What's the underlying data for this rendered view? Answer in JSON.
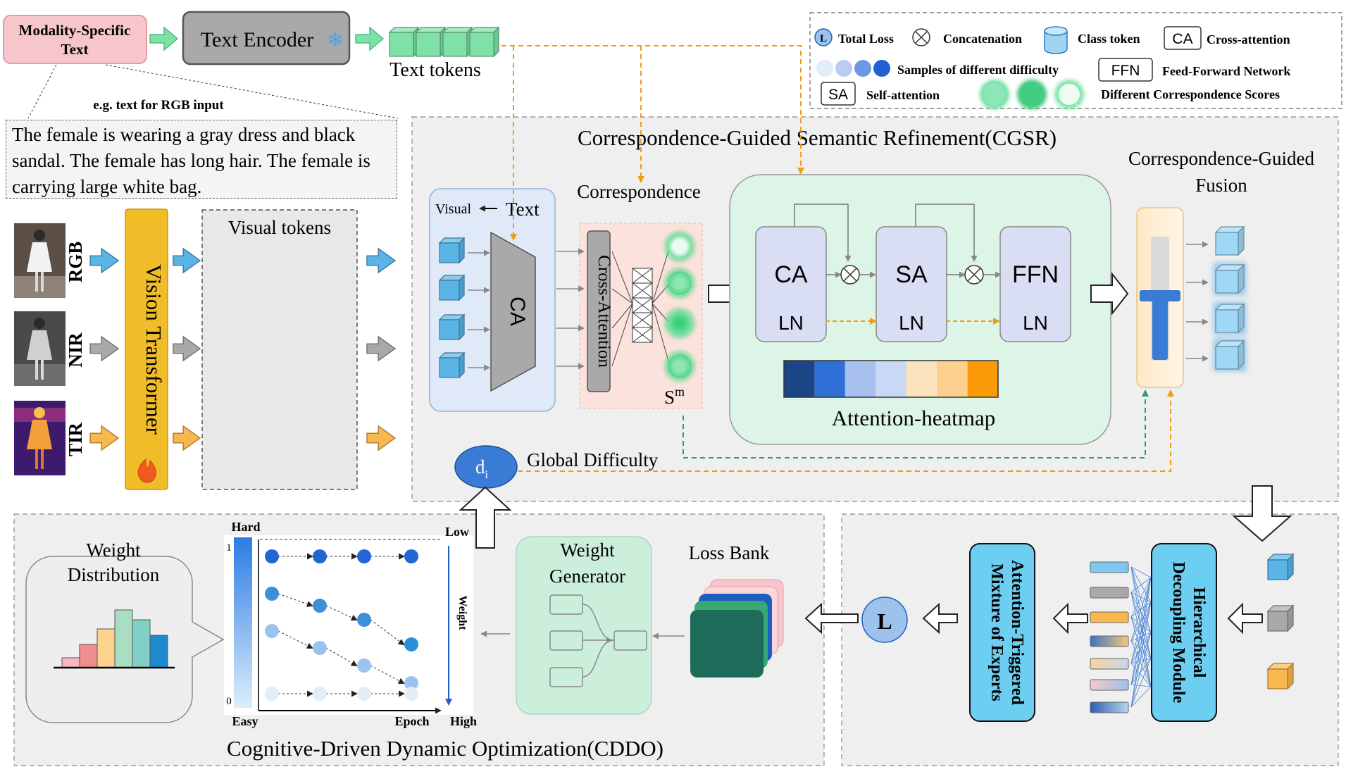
{
  "top": {
    "modality_text": "Modality-Specific\nText",
    "text_encoder": "Text Encoder",
    "text_tokens": "Text tokens",
    "example_caption": "e.g. text for RGB input",
    "example_text": "The female is wearing a gray dress and black sandal. The female has long hair. The female is carrying large white bag."
  },
  "legend": {
    "total_loss_symbol": "L",
    "total_loss": "Total Loss",
    "concatenation": "Concatenation",
    "class_token": "Class token",
    "ca_symbol": "CA",
    "cross_attention": "Cross-attention",
    "samples": "Samples of different difficulty",
    "ffn_symbol": "FFN",
    "ffn": "Feed-Forward Network",
    "sa_symbol": "SA",
    "self_attention": "Self-attention",
    "scores": "Different Correspondence Scores"
  },
  "left": {
    "modalities": [
      "RGB",
      "NIR",
      "TIR"
    ],
    "vit": "Vision Transformer",
    "visual_tokens": "Visual tokens"
  },
  "cgsr": {
    "title": "Correspondence-Guided Semantic Refinement(CGSR)",
    "visual_text_visual": "Visual",
    "visual_text_text": "Text",
    "ca": "CA",
    "correspondence": "Correspondence",
    "cross_attention": "Cross-Attention",
    "sm_base": "S",
    "sm_sup": "m",
    "blocks": [
      {
        "top": "CA",
        "bottom": "LN"
      },
      {
        "top": "SA",
        "bottom": "LN"
      },
      {
        "top": "FFN",
        "bottom": "LN"
      }
    ],
    "heatmap_label": "Attention-heatmap",
    "heatmap_colors": [
      "#1c4587",
      "#2f6fd6",
      "#a7c0ee",
      "#c9d8f5",
      "#fde3bd",
      "#fdd08f",
      "#fb9b09"
    ],
    "fusion_title_1": "Correspondence-Guided",
    "fusion_title_2": "Fusion",
    "global_difficulty": "Global Difficulty",
    "di_base": "d",
    "di_sub": "i"
  },
  "cddo": {
    "title": "Cognitive-Driven Dynamic Optimization(CDDO)",
    "weight_distribution_1": "Weight",
    "weight_distribution_2": "Distribution",
    "histogram_colors": [
      "#f7b6c2",
      "#f08d8d",
      "#fcd28f",
      "#a8dfc2",
      "#81d0c5",
      "#1f8ad0"
    ],
    "hard": "Hard",
    "easy": "Easy",
    "one": "1",
    "zero": "0",
    "epoch": "Epoch",
    "low": "Low",
    "high": "High",
    "weight_axis": "Weight",
    "weight_generator_1": "Weight",
    "weight_generator_2": "Generator",
    "loss_bank": "Loss Bank",
    "total_loss": "L"
  },
  "decoupling": {
    "atmoe": "Attention-Triggered\nMixture of Experts",
    "hdm": "Hierarchical\nDecoupling Module"
  },
  "colors": {
    "blue": "#5ab4e6",
    "gray": "#a9a9a9",
    "orange": "#f9b74e",
    "dashed_orange": "#f39c12",
    "dashed_green": "#2e9e6b",
    "pink": "#f6c6cc",
    "panel": "#efefef"
  }
}
